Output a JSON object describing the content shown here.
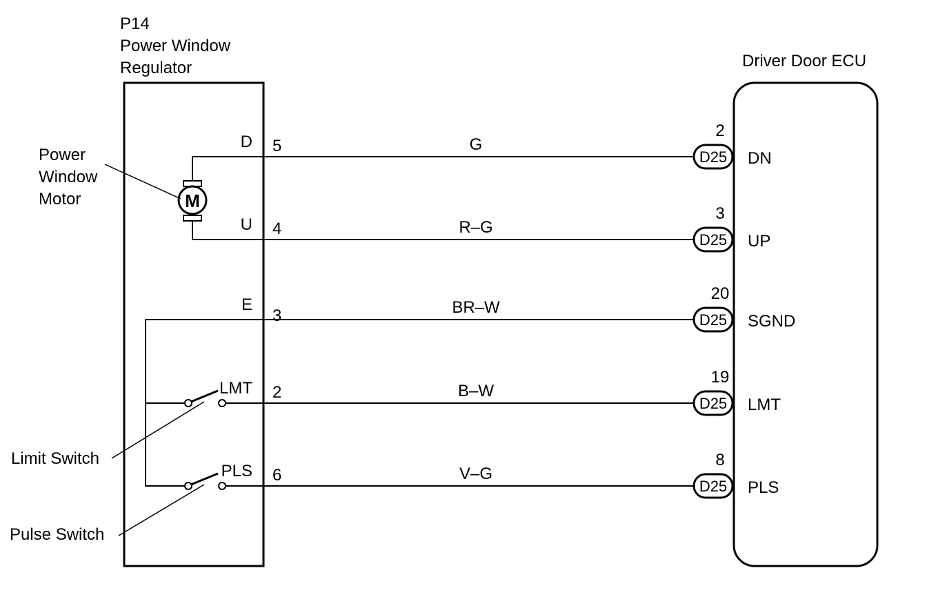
{
  "regulator": {
    "code": "P14",
    "title_line1": "Power Window",
    "title_line2": "Regulator"
  },
  "ecu": {
    "title": "Driver Door ECU"
  },
  "motor": {
    "label_line1": "Power",
    "label_line2": "Window",
    "label_line3": "Motor",
    "symbol": "M"
  },
  "switches": {
    "limit_label": "Limit Switch",
    "pulse_label": "Pulse Switch"
  },
  "circuits": [
    {
      "reg_terminal": "D",
      "reg_pin": "5",
      "wire_color": "G",
      "ecu_pin": "2",
      "connector": "D25",
      "ecu_terminal": "DN"
    },
    {
      "reg_terminal": "U",
      "reg_pin": "4",
      "wire_color": "R–G",
      "ecu_pin": "3",
      "connector": "D25",
      "ecu_terminal": "UP"
    },
    {
      "reg_terminal": "E",
      "reg_pin": "3",
      "wire_color": "BR–W",
      "ecu_pin": "20",
      "connector": "D25",
      "ecu_terminal": "SGND"
    },
    {
      "reg_terminal": "LMT",
      "reg_pin": "2",
      "wire_color": "B–W",
      "ecu_pin": "19",
      "connector": "D25",
      "ecu_terminal": "LMT"
    },
    {
      "reg_terminal": "PLS",
      "reg_pin": "6",
      "wire_color": "V–G",
      "ecu_pin": "8",
      "connector": "D25",
      "ecu_terminal": "PLS"
    }
  ]
}
